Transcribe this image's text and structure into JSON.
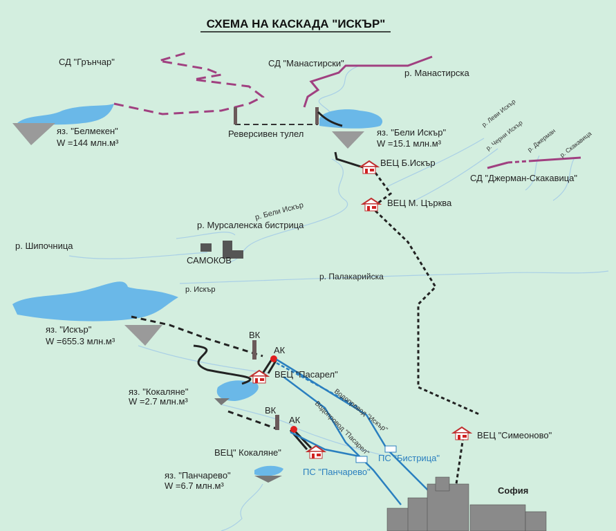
{
  "title": "СХЕМА НА КАСКАДА \"ИСКЪР\"",
  "diversions": {
    "grunchar": "СД \"Грънчар\"",
    "manastirski": "СД  \"Манастирски\"",
    "dzherman": "СД \"Джерман-Скакавица\""
  },
  "rivers": {
    "manastirska": "р. Манастирска",
    "levi_iskar": "р. Леви Искър",
    "cherni_iskar": "р. Черни Искър",
    "dzherman": "р. Джерман",
    "skakavitsa": "р. Скакавица",
    "beli_iskar": "р. Бели Искър",
    "mursalenska": "р. Мурсаленска бистрица",
    "shipochnitsa": "р. Шипочница",
    "iskar": "р. Искър",
    "palakariyska": "р. Палакарийска"
  },
  "reservoirs": {
    "belmeken": {
      "name": "яз. \"Белмекен\"",
      "volume": "W =144 млн.м³"
    },
    "beli_iskar": {
      "name": "яз. \"Бели Искър\"",
      "volume": "W =15.1 млн.м³"
    },
    "iskar": {
      "name": "яз. \"Искър\"",
      "volume": "W =655.3 млн.м³"
    },
    "kokalyane": {
      "name": "яз. \"Кокаляне\"",
      "volume": "W =2.7 млн.м³"
    },
    "pancharevo": {
      "name": "яз. \"Панчарево\"",
      "volume": "W =6.7 млн.м³"
    }
  },
  "tunnel": "Реверсивен тулел",
  "plants": {
    "b_iskar": "ВЕЦ Б.Искър",
    "m_tsarkva": "ВЕЦ М. Църква",
    "pasarel": "ВЕЦ \"Пасарел\"",
    "kokalyane": "ВЕЦ\" Кокаляне\"",
    "simeonovo": "ВЕЦ \"Симеоново\""
  },
  "structures": {
    "vk1": "ВК",
    "ak1": "АК",
    "vk2": "ВК",
    "ak2": "АК"
  },
  "pipelines": {
    "iskar": "Водопровод \"Искър\"",
    "pasarel": "Водопровод \"Пасарел\""
  },
  "pumps": {
    "bistritsa": "ПС \"Бистрица\"",
    "pancharevo": "ПС \"Панчарево\""
  },
  "towns": {
    "samokov": "САМОКОВ",
    "sofia": "София"
  }
}
